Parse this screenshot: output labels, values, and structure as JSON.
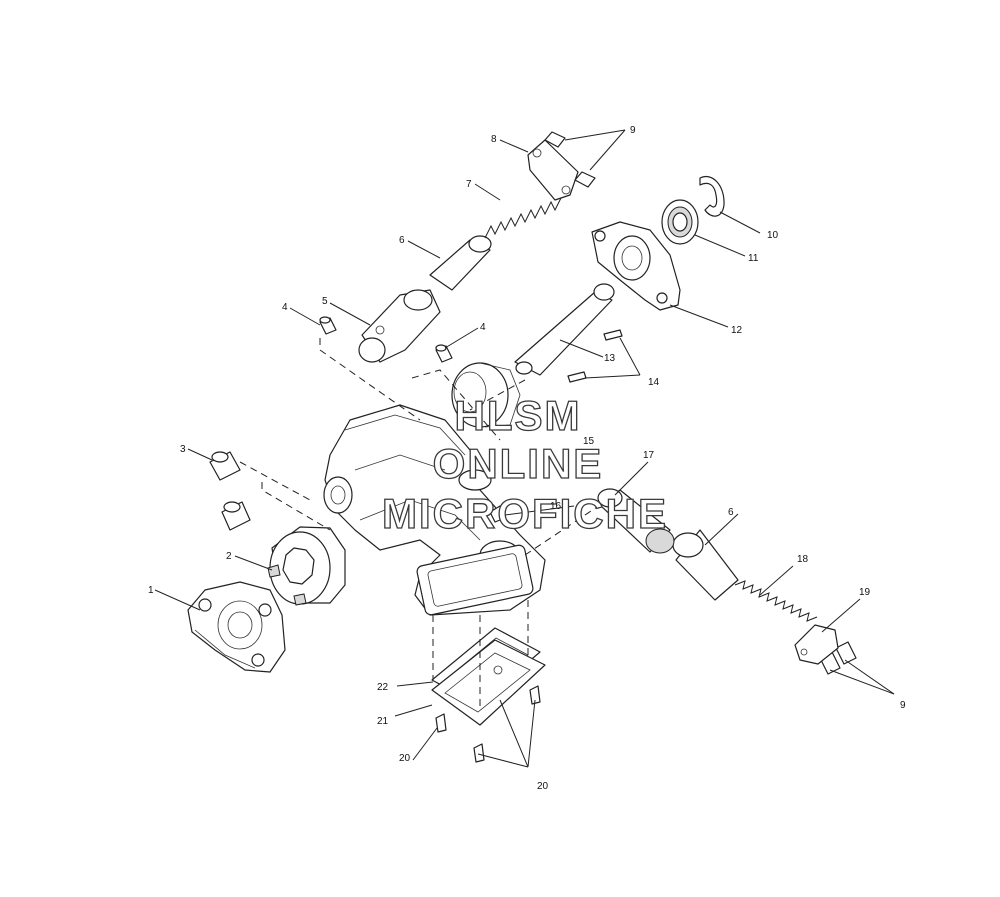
{
  "callouts": {
    "c1": "1",
    "c2": "2",
    "c3": "3",
    "c4a": "4",
    "c4b": "4",
    "c5": "5",
    "c6a": "6",
    "c6b": "6",
    "c7": "7",
    "c8": "8",
    "c9a": "9",
    "c9b": "9",
    "c10": "10",
    "c11": "11",
    "c12": "12",
    "c13": "13",
    "c14": "14",
    "c15": "15",
    "c16": "16",
    "c17": "17",
    "c18": "18",
    "c19": "19",
    "c20a": "20",
    "c20b": "20",
    "c21": "21",
    "c22": "22"
  },
  "watermark": {
    "line1": "HLSM",
    "line2": "ONLINE",
    "line3": "MICROFICHE"
  }
}
